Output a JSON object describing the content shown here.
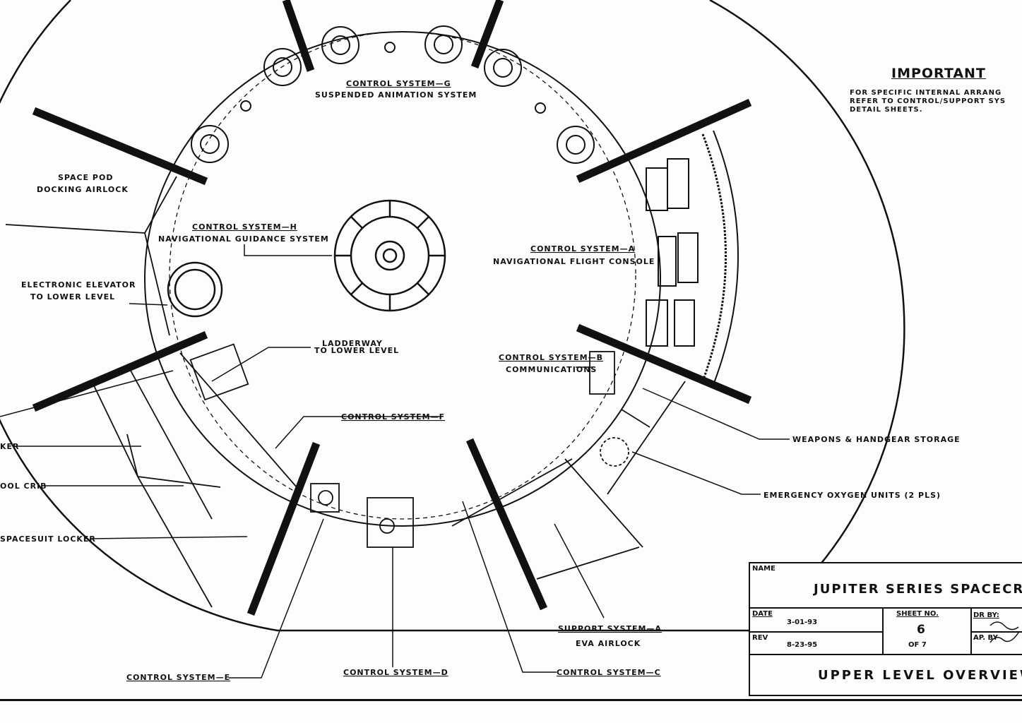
{
  "labels": {
    "cs_g_title": "CONTROL SYSTEM—G",
    "cs_g_sub": "SUSPENDED ANIMATION SYSTEM",
    "pod_airlock_1": "SPACE POD",
    "pod_airlock_2": "DOCKING AIRLOCK",
    "cs_h_title": "CONTROL SYSTEM—H",
    "cs_h_sub": "NAVIGATIONAL GUIDANCE SYSTEM",
    "cs_a_title": "CONTROL SYSTEM—A",
    "cs_a_sub": "NAVIGATIONAL FLIGHT CONSOLE",
    "elevator_1": "ELECTRONIC ELEVATOR",
    "elevator_2": "TO LOWER LEVEL",
    "ladder_1": "LADDERWAY",
    "ladder_2": "TO LOWER LEVEL",
    "cs_b_title": "CONTROL SYSTEM—B",
    "cs_b_sub": "COMMUNICATIONS",
    "cs_f": "CONTROL SYSTEM—F",
    "weapons": "WEAPONS & HANDGEAR STORAGE",
    "locker_partial": "KER",
    "tool_crib_partial": "OOL CRIB",
    "spacesuit_partial": "SPACESUIT LOCKER",
    "oxygen": "EMERGENCY OXYGEN UNITS (2 PLS)",
    "ss_a_title": "SUPPORT SYSTEM—A",
    "ss_a_sub": "EVA AIRLOCK",
    "cs_e": "CONTROL SYSTEM—E",
    "cs_d": "CONTROL SYSTEM—D",
    "cs_c": "CONTROL SYSTEM—C"
  },
  "note": {
    "title": "IMPORTANT",
    "line1": "FOR SPECIFIC INTERNAL ARRANG",
    "line2": "REFER TO CONTROL/SUPPORT SYS",
    "line3": "DETAIL SHEETS."
  },
  "title_block": {
    "name_label": "NAME",
    "name_value": "JUPITER SERIES SPACECR",
    "date_label": "DATE",
    "date_value": "3-01-93",
    "rev_label": "REV",
    "rev_value": "8-23-95",
    "sheet_label": "SHEET NO.",
    "sheet_value": "6",
    "sheet_of": "OF 7",
    "dr_label": "DR BY:",
    "ap_label": "AP. BY",
    "drawing_title": "UPPER LEVEL OVERVIEW"
  }
}
